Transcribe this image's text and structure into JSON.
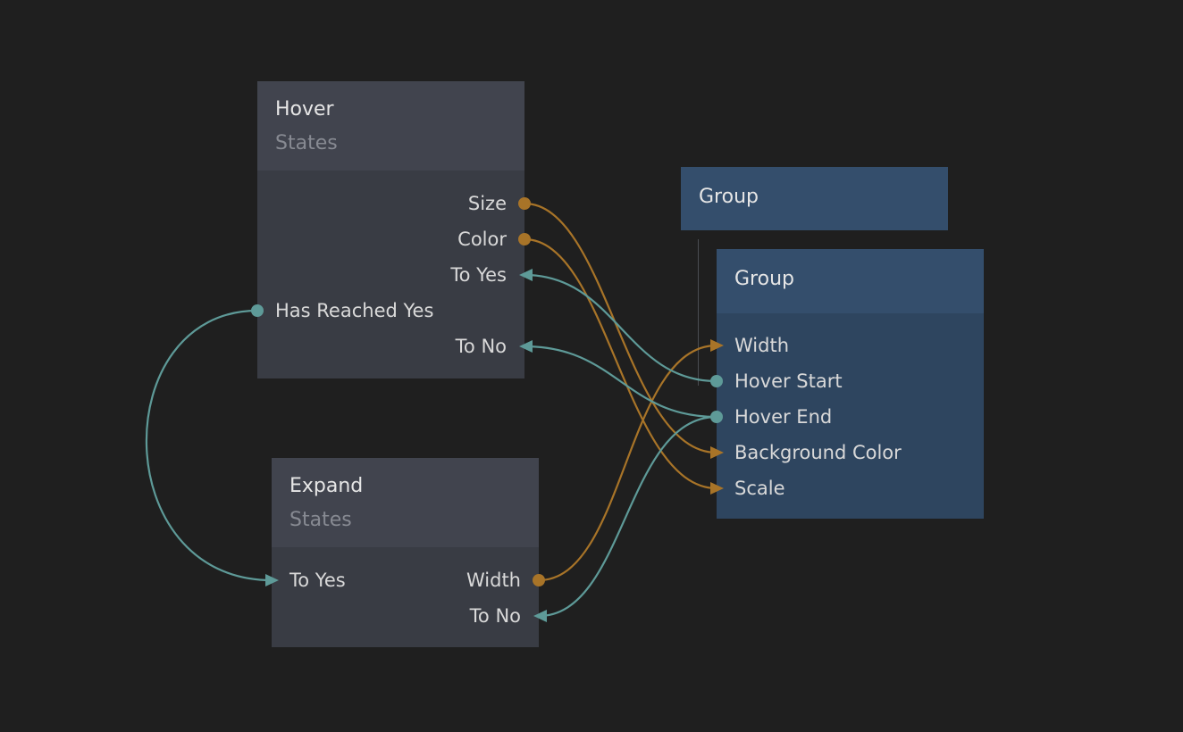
{
  "colors": {
    "background": "#1f1f1f",
    "state_node_body": "#393c44",
    "state_node_header": "#41444e",
    "group_node_body": "#2e455f",
    "group_node_header": "#344e6c",
    "signal_wire": "#5e9a98",
    "value_wire": "#a87428"
  },
  "nodes": {
    "hover": {
      "title": "Hover",
      "subtitle": "States",
      "ports": {
        "size": "Size",
        "color": "Color",
        "to_yes": "To Yes",
        "has_reached_yes": "Has Reached Yes",
        "to_no": "To No"
      }
    },
    "expand": {
      "title": "Expand",
      "subtitle": "States",
      "ports": {
        "to_yes": "To Yes",
        "width": "Width",
        "to_no": "To No"
      }
    },
    "group_parent": {
      "title": "Group"
    },
    "group_child": {
      "title": "Group",
      "ports": {
        "width": "Width",
        "hover_start": "Hover Start",
        "hover_end": "Hover End",
        "background_color": "Background Color",
        "scale": "Scale"
      }
    }
  }
}
